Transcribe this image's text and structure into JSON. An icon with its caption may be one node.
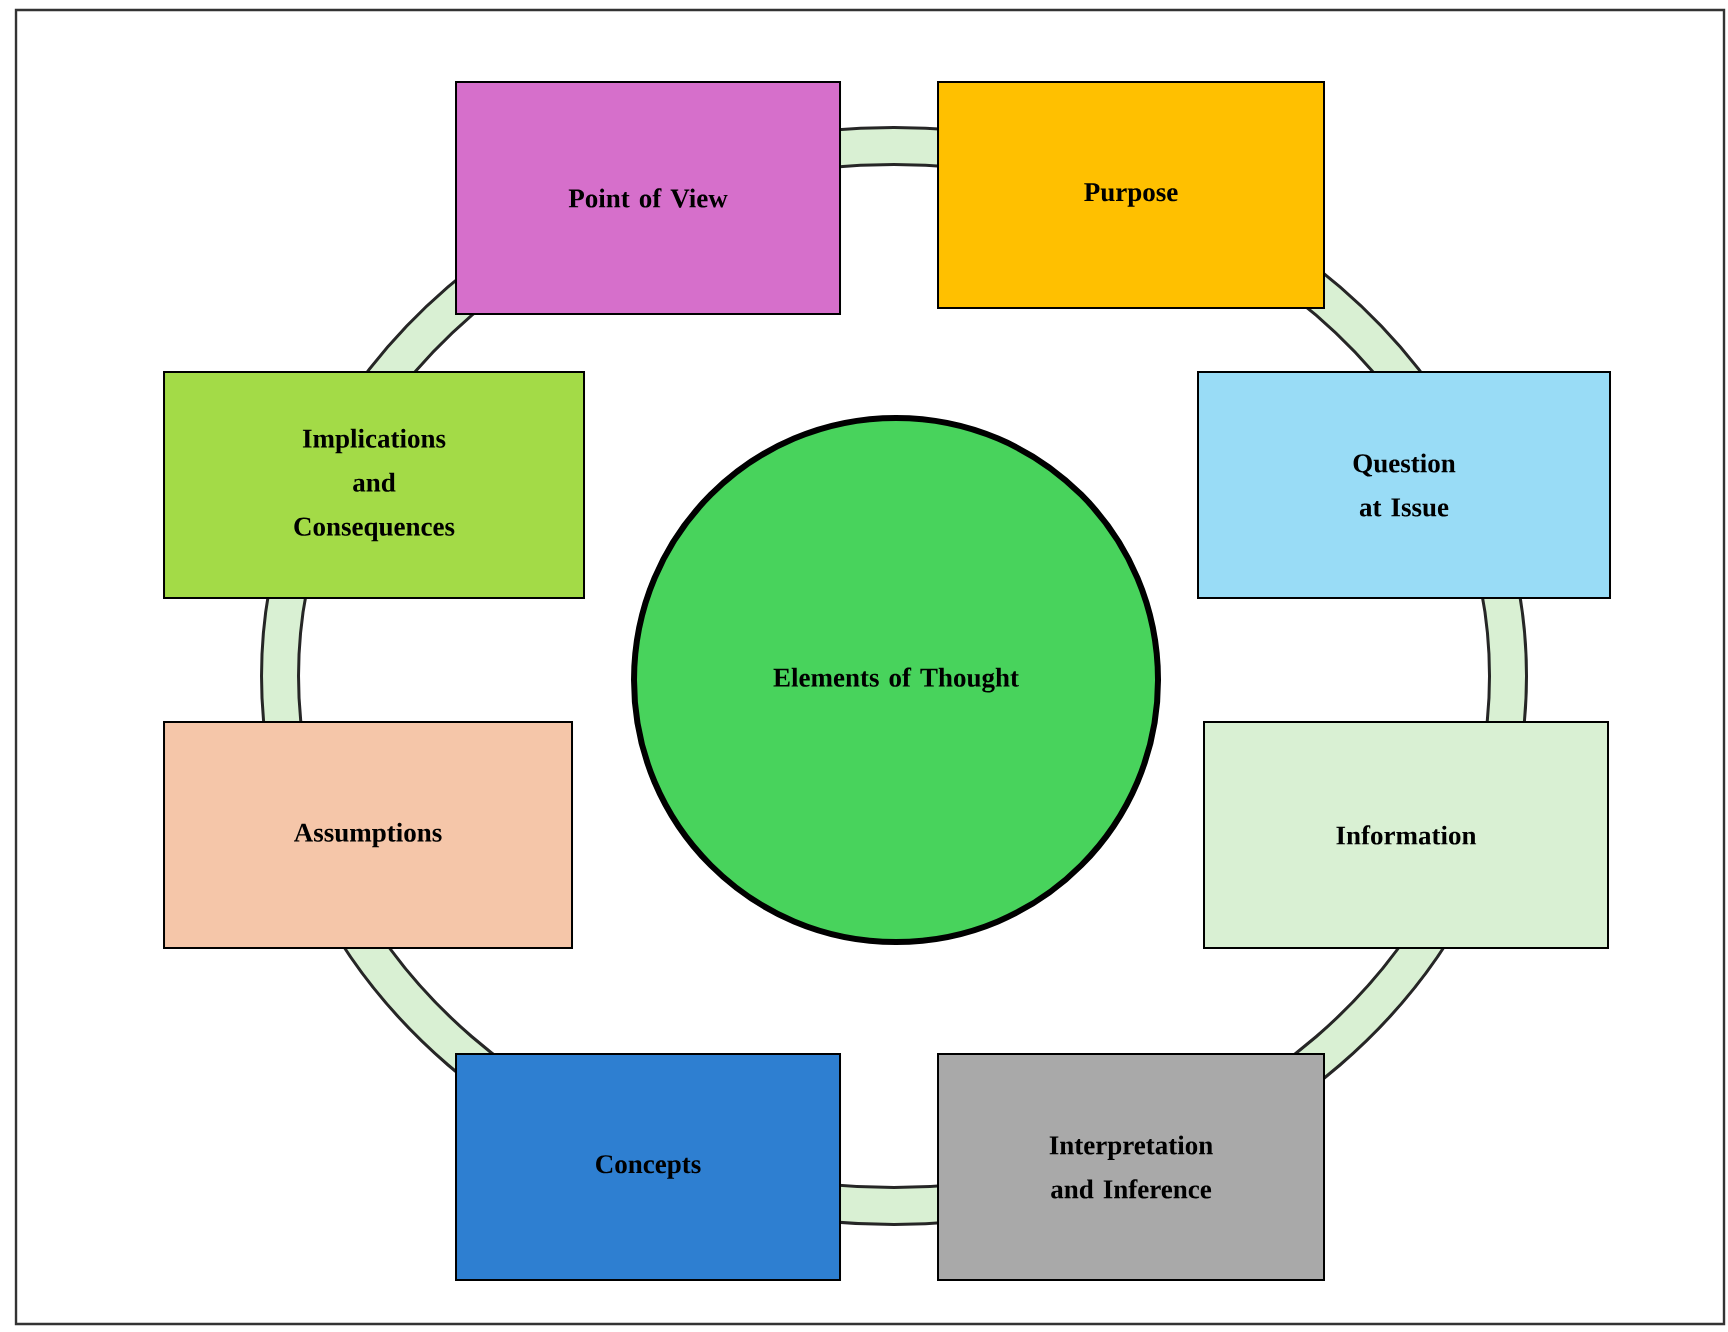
{
  "diagram": {
    "nodes": [
      {
        "text": [
          "Point of View"
        ]
      },
      {
        "text": [
          "Purpose"
        ]
      },
      {
        "text": [
          "Implications and Consequences"
        ]
      },
      {
        "text": [
          "Question at Issue"
        ]
      },
      {
        "text": [
          "Elements of Thought"
        ]
      },
      {
        "text": [
          "Assumptions"
        ]
      },
      {
        "text": [
          "Information"
        ]
      },
      {
        "text": [
          "Concepts"
        ]
      },
      {
        "text": [
          "Interpretation and Inference"
        ]
      }
    ]
  }
}
